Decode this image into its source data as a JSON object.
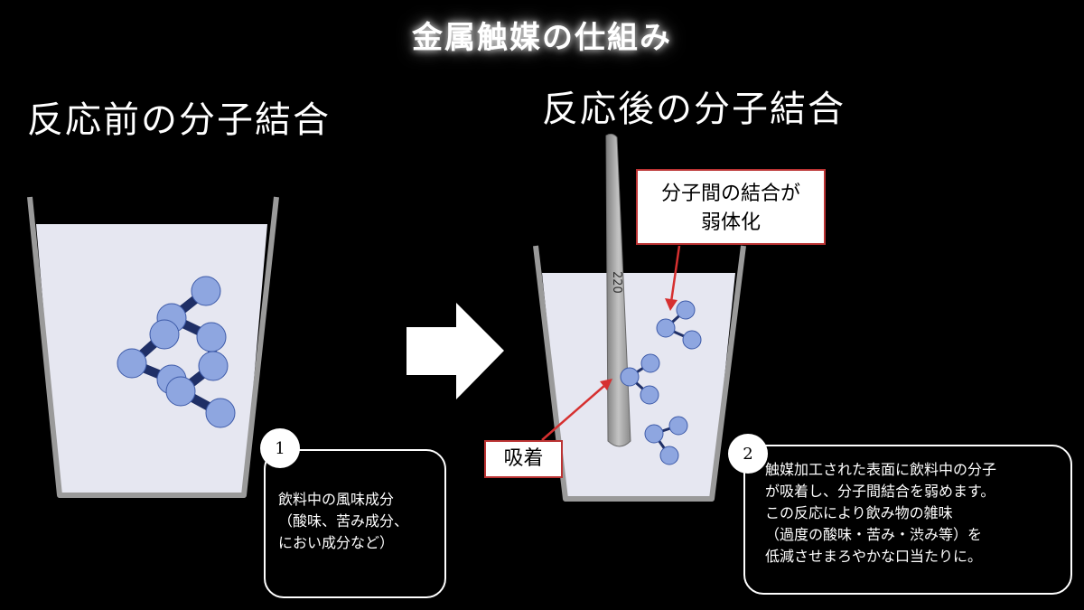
{
  "title": "金属触媒の仕組み",
  "before_heading": "反応前の分子結合",
  "after_heading": "反応後の分子結合",
  "stick_marking": "220",
  "label_bond": [
    "分子間の結合が",
    "弱体化"
  ],
  "label_adsorption": "吸着",
  "note1": {
    "number": "1",
    "lines": [
      "飲料中の風味成分",
      "（酸味、苦み成分、",
      "におい成分など）"
    ]
  },
  "note2": {
    "number": "2",
    "lines": [
      "触媒加工された表面に飲料中の分子",
      "が吸着し、分子間結合を弱めます。",
      "この反応により飲み物の雑味",
      "（過度の酸味・苦み・渋み等）を",
      "低減させまろやかな口当たりに。"
    ]
  },
  "colors": {
    "molecule": "#8ea6e0",
    "molecule_stroke": "#3d5aa8",
    "bond": "#1f2f66",
    "cup_liquid": "#e6e7f1",
    "cup_rim": "#9a9a9a",
    "label_border": "#b33333",
    "arrow": "#ffffff",
    "pointer": "#d63030"
  }
}
